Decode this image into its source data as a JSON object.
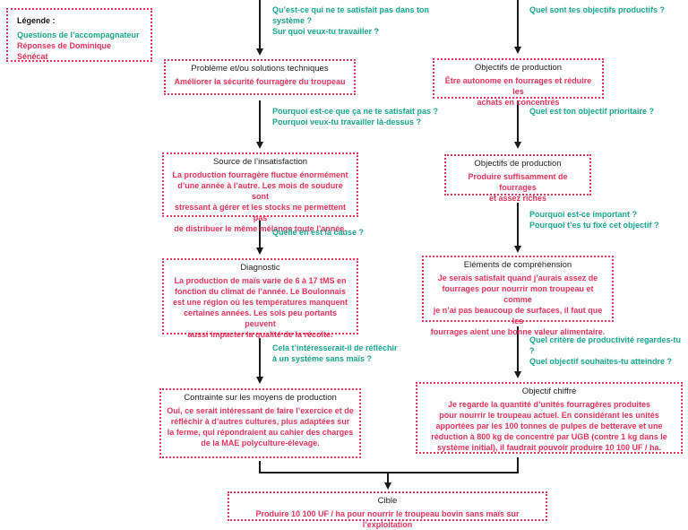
{
  "legend": {
    "title": "Légende :",
    "questions": "Questions de l’accompagnateur",
    "answers": "Réponses de Dominique Sénécat"
  },
  "left": {
    "q1": [
      "Qu’est-ce qui ne te satisfait pas dans ton",
      "système ?",
      "Sur quoi veux-tu travailler ?"
    ],
    "box1": {
      "title": "Problème et/ou solutions techniques",
      "body": [
        "Améliorer la sécurité fourragère du troupeau"
      ]
    },
    "q2": [
      "Pourquoi est-ce que ça ne te satisfait pas ?",
      "Pourquoi veux-tu travailler là-dessus ?"
    ],
    "box2": {
      "title": "Source de l’insatisfaction",
      "body": [
        "La production fourragère fluctue énormément",
        "d’une année à l’autre. Les mois de soudure sont",
        "stressant à gérer et les stocks ne permettent pas",
        "de distribuer le même mélange toute l’année."
      ]
    },
    "q3": [
      "Quelle en est la cause ?"
    ],
    "box3": {
      "title": "Diagnostic",
      "body": [
        "La production de maïs varie de 6 à 17 tMS en",
        "fonction du climat de l’année. Le Boulonnais",
        "est une région où les températures manquent",
        "certaines années. Les sols peu portants peuvent",
        "aussi impacter la qualité de la récolte."
      ]
    },
    "q4": [
      "Cela t’intéresserait-il de réfléchir",
      "à un système sans maïs ?"
    ],
    "box4": {
      "title": "Contrainte sur les moyens de production",
      "body": [
        "Oui, ce serait intéressant de faire l’exercice et de",
        "réfléchir à d’autres cultures, plus adaptées sur",
        "la ferme, qui répondraient au cahier des charges",
        "de la MAE polyculture-élevage."
      ]
    }
  },
  "right": {
    "q1": [
      "Quel sont tes objectifs productifs ?"
    ],
    "box1": {
      "title": "Objectifs de production",
      "body": [
        "Être autonome en fourrages et réduire les",
        "achats en concentrés"
      ]
    },
    "q2": [
      "Quel est ton objectif prioritaire ?"
    ],
    "box2": {
      "title": "Objectifs de production",
      "body": [
        "Produire suffisamment de fourrages",
        "et assez riches"
      ]
    },
    "q3": [
      "Pourquoi est-ce important ?",
      "Pourquoi t’es tu fixé cet objectif ?"
    ],
    "box3": {
      "title": "Eléments de compréhension",
      "body": [
        "Je serais satisfait quand j’aurais assez de",
        "fourrages pour nourrir mon troupeau et comme",
        "je n’ai pas beaucoup de surfaces, il faut que les",
        "fourrages aient une bonne valeur alimentaire."
      ]
    },
    "q4": [
      "Quel critère de productivité regardes-tu ?",
      "Quel objectif souhaites-tu atteindre ?"
    ],
    "box4": {
      "title": "Objectif chiffré",
      "body": [
        "Je regarde la quantité d’unités fourragères produites",
        "pour nourrir le troupeau actuel. En considérant les unités",
        "apportées par les 100 tonnes de pulpes de betterave et une",
        "réduction à 800 kg de concentré par UGB (contre 1 kg dans le",
        "système initial), il faudrait pouvoir produire 10 100 UF / ha."
      ]
    }
  },
  "target": {
    "title": "Cible",
    "body": [
      "Produire 10 100 UF / ha pour nourrir le troupeau bovin sans maïs sur l’exploitation"
    ]
  }
}
